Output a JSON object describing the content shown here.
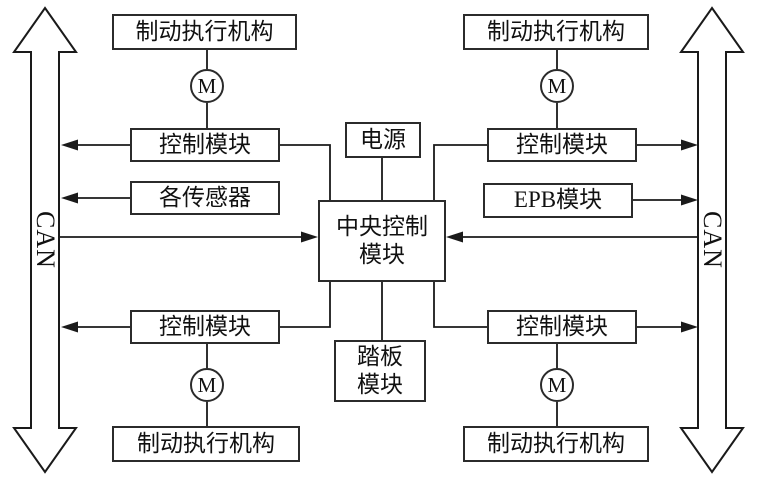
{
  "bus": {
    "left": "CAN",
    "right": "CAN"
  },
  "motor_label": "M",
  "nodes": {
    "brake_top_left": "制动执行机构",
    "brake_top_right": "制动执行机构",
    "brake_bottom_left": "制动执行机构",
    "brake_bottom_right": "制动执行机构",
    "ctrl_top_left": "控制模块",
    "ctrl_top_right": "控制模块",
    "ctrl_bottom_left": "控制模块",
    "ctrl_bottom_right": "控制模块",
    "sensors": "各传感器",
    "power": "电源",
    "epb": "EPB模块",
    "central_line1": "中央控制",
    "central_line2": "模块",
    "pedal_line1": "踏板",
    "pedal_line2": "模块"
  },
  "colors": {
    "line": "#1a1a1a",
    "box_border": "#2b2b2b",
    "background": "#ffffff",
    "text": "#111111"
  }
}
